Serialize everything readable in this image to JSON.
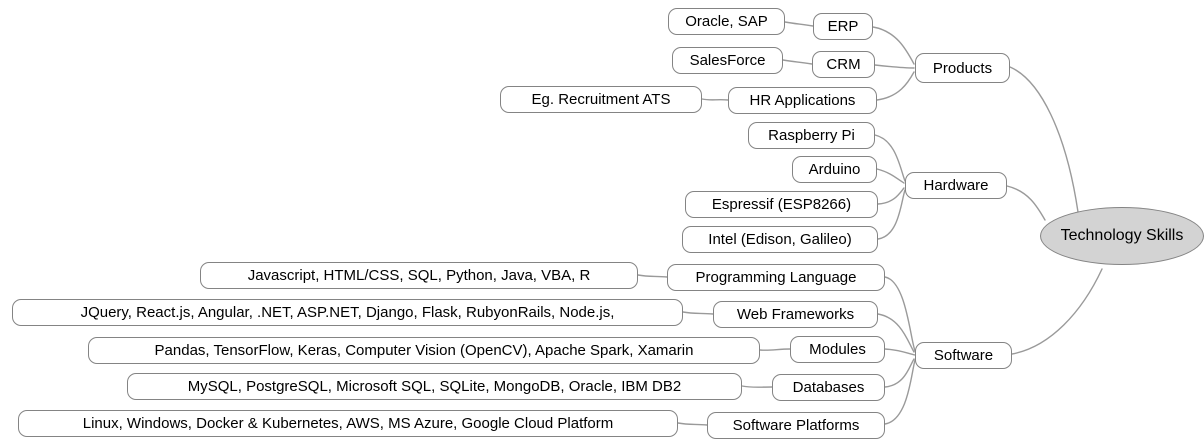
{
  "diagram": {
    "type": "mindmap",
    "colors": {
      "node_fill": "#ffffff",
      "node_border": "#848484",
      "center_fill": "#d3d3d3",
      "connector": "#9a9a9a",
      "text": "#000000"
    },
    "center": {
      "label": "Technology Skills"
    },
    "branches": [
      {
        "label": "Products",
        "children": [
          {
            "label": "ERP",
            "detail": "Oracle, SAP"
          },
          {
            "label": "CRM",
            "detail": "SalesForce"
          },
          {
            "label": "HR Applications",
            "detail": "Eg. Recruitment ATS"
          }
        ]
      },
      {
        "label": "Hardware",
        "children": [
          {
            "label": "Raspberry Pi"
          },
          {
            "label": "Arduino"
          },
          {
            "label": "Espressif (ESP8266)"
          },
          {
            "label": "Intel (Edison, Galileo)"
          }
        ]
      },
      {
        "label": "Software",
        "children": [
          {
            "label": "Programming Language",
            "detail": "Javascript, HTML/CSS, SQL, Python, Java, VBA, R"
          },
          {
            "label": "Web Frameworks",
            "detail": "JQuery, React.js, Angular, .NET, ASP.NET, Django, Flask, RubyonRails, Node.js,"
          },
          {
            "label": "Modules",
            "detail": "Pandas, TensorFlow, Keras, Computer Vision (OpenCV), Apache Spark, Xamarin"
          },
          {
            "label": "Databases",
            "detail": "MySQL, PostgreSQL, Microsoft SQL, SQLite, MongoDB, Oracle, IBM DB2"
          },
          {
            "label": "Software Platforms",
            "detail": "Linux, Windows, Docker & Kubernetes, AWS, MS Azure, Google Cloud Platform"
          }
        ]
      }
    ]
  }
}
